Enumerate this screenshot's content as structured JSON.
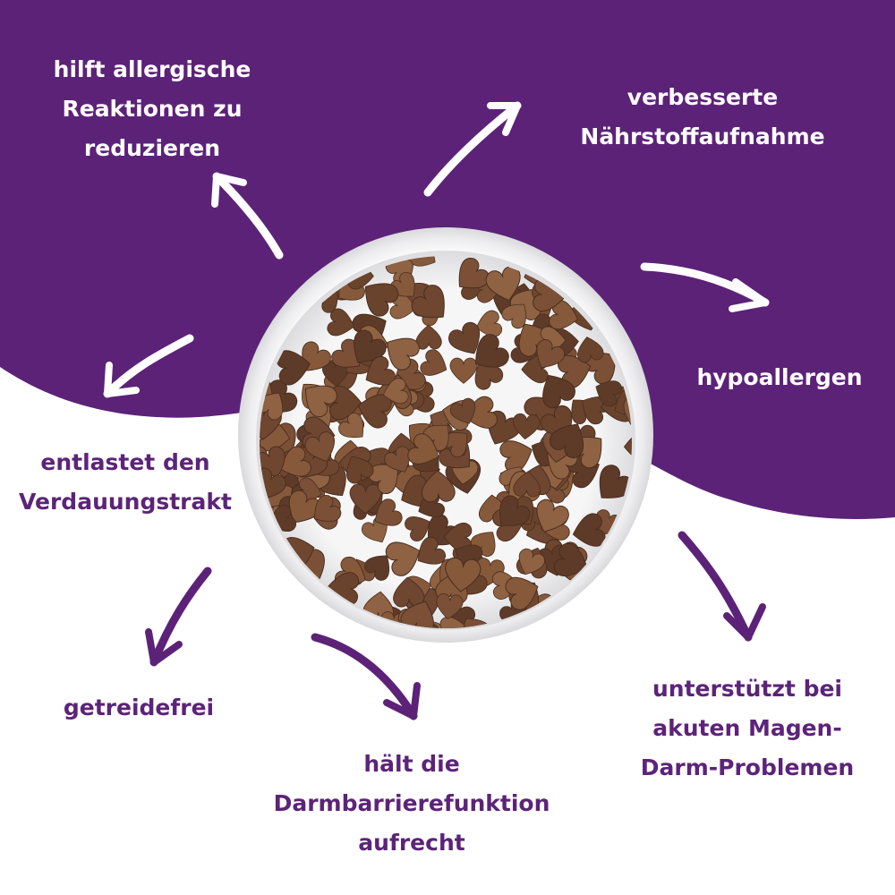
{
  "colors": {
    "brand_purple": "#5c2278",
    "text_purple": "#5c2478",
    "text_white": "#ffffff",
    "bowl_white": "#f3f3f4",
    "kibble_brown": "#7b5036"
  },
  "benefits": {
    "allergy": [
      "hilft allergische",
      "Reaktionen zu",
      "reduzieren"
    ],
    "nutrient": [
      "verbesserte",
      "Nährstoffaufnahme"
    ],
    "hypo": [
      "hypoallergen"
    ],
    "digest": [
      "entlastet den",
      "Verdauungstrakt"
    ],
    "grainfree": [
      "getreidefrei"
    ],
    "barrier": [
      "hält die",
      "Darmbarrierefunktion",
      "aufrecht"
    ],
    "gastro": [
      "unterstützt bei",
      "akuten Magen-",
      "Darm-Problemen"
    ]
  },
  "image": {
    "subject": "bowl-of-heart-shaped-kibble",
    "icons": [
      "arrow-icon"
    ]
  }
}
